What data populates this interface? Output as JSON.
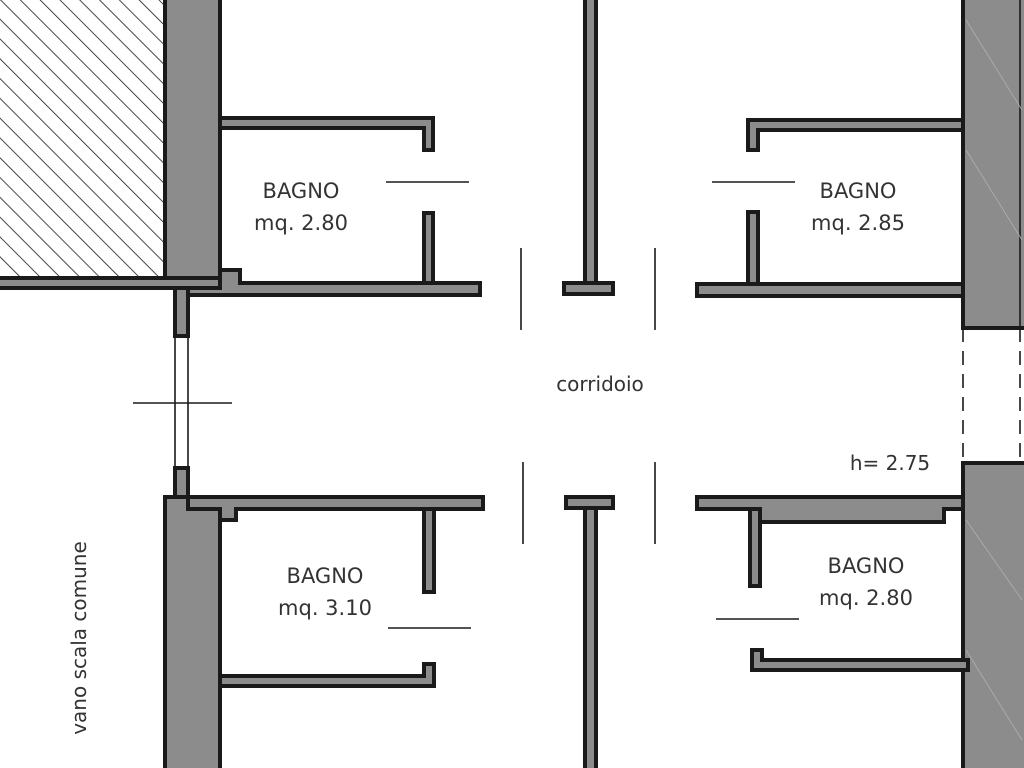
{
  "rooms": [
    {
      "name": "BAGNO",
      "area": "mq. 2.80"
    },
    {
      "name": "BAGNO",
      "area": "mq. 2.85"
    },
    {
      "name": "BAGNO",
      "area": "mq. 3.10"
    },
    {
      "name": "BAGNO",
      "area": "mq. 2.80"
    }
  ],
  "corridor": {
    "label": "corridoio",
    "height": "h= 2.75"
  },
  "stair": {
    "label": "vano scala comune"
  },
  "colors": {
    "wall_fill": "#8c8c8c",
    "line": "#1a1a1a",
    "text": "#333333"
  }
}
